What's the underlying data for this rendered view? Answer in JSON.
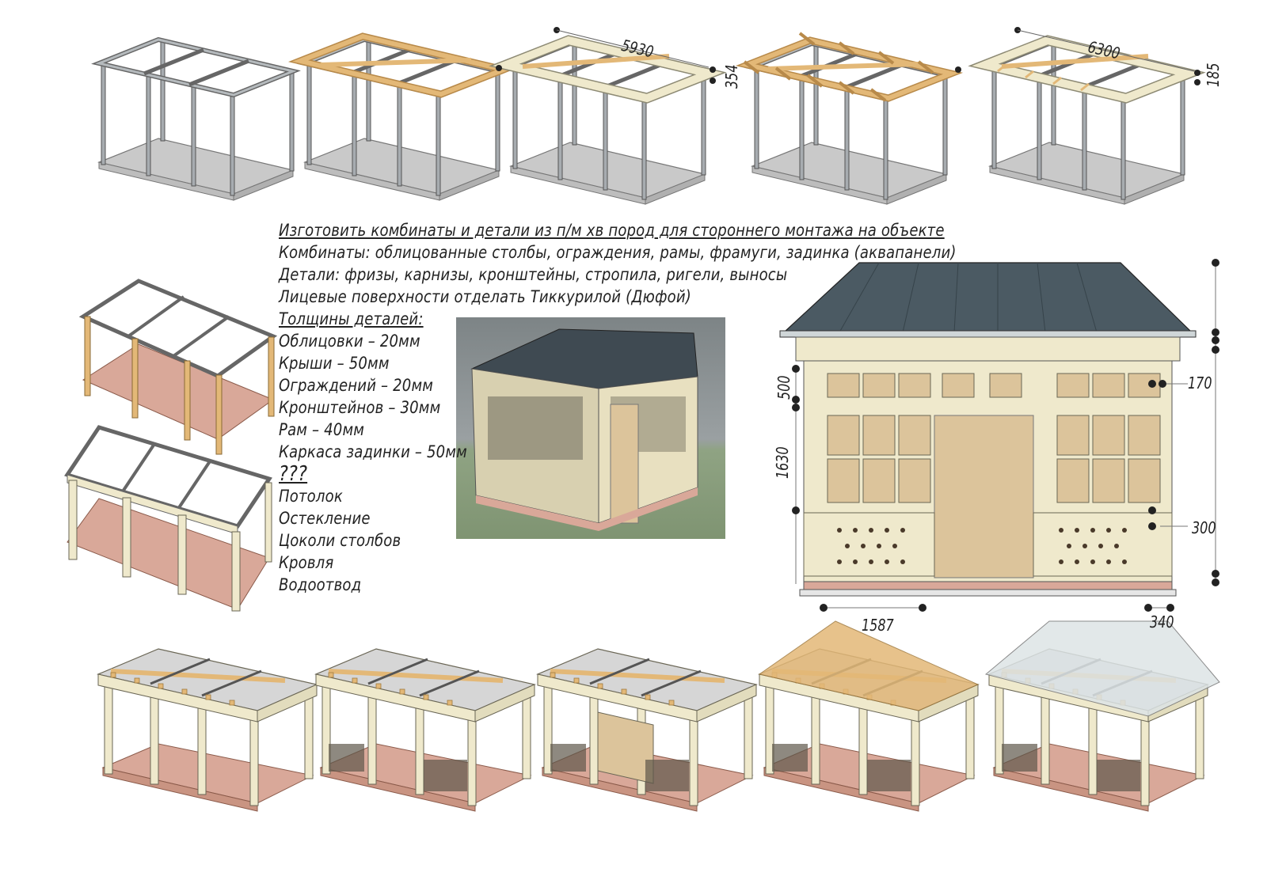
{
  "notes": {
    "heading": "Изготовить комбинаты и детали из п/м хв пород для стороннего монтажа на объекте",
    "combinats": "Комбинаты: облицованные столбы, ограждения, рамы, фрамуги, задинка (аквапанели)",
    "details": "Детали: фризы, карнизы, кронштейны, стропила, ригели, выносы",
    "finish": "Лицевые поверхности отделать Тиккурилой (Дюфой)",
    "thickness_title": "Толщины деталей:",
    "thickness": [
      "Облицовки – 20мм",
      "Крыши – 50мм",
      "Ограждений – 20мм",
      "Кронштейнов – 30мм",
      "Рам – 40мм",
      "Каркаса задинки – 50мм"
    ],
    "question": "???",
    "open_items": [
      "Потолок",
      "Остекление",
      "Цоколи столбов",
      "Кровля",
      "Водоотвод"
    ]
  },
  "dimensions": {
    "top_length_1": "5930",
    "top_height_1": "354",
    "top_length_2": "6300",
    "top_height_2": "185",
    "frieze_height": "500",
    "window_height": "1630",
    "right_170": "170",
    "rail_300": "300",
    "bottom_1587": "1587",
    "bottom_340": "340"
  },
  "colors": {
    "steel": "#8c9196",
    "wood": "#e3b877",
    "cream": "#efe9cc",
    "floor": "#d9a899",
    "roof": "#4b5a63",
    "panel": "#dcc49b"
  }
}
